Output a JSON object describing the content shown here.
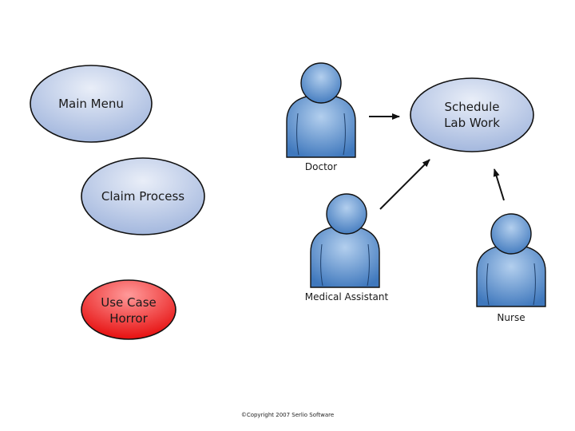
{
  "use_cases": [
    {
      "id": "main-menu",
      "lines": [
        "Main Menu"
      ],
      "style": "blue"
    },
    {
      "id": "claim-process",
      "lines": [
        "Claim Process"
      ],
      "style": "blue"
    },
    {
      "id": "use-case-horror",
      "lines": [
        "Use Case",
        "Horror"
      ],
      "style": "red"
    },
    {
      "id": "schedule-lab-work",
      "lines": [
        "Schedule",
        "Lab Work"
      ],
      "style": "blue"
    }
  ],
  "actors": [
    {
      "id": "doctor",
      "label": "Doctor"
    },
    {
      "id": "medical-assistant",
      "label": "Medical Assistant"
    },
    {
      "id": "nurse",
      "label": "Nurse"
    }
  ],
  "copyright": "©Copyright 2007 Serlio Software",
  "colors": {
    "blue_light": "#e6ecf7",
    "blue_dark": "#9fb4dc",
    "red_light": "#ff8a8a",
    "red_dark": "#e60f0f",
    "actor_light": "#a9c8ea",
    "actor_dark": "#3f78bd",
    "stroke": "#111111"
  }
}
